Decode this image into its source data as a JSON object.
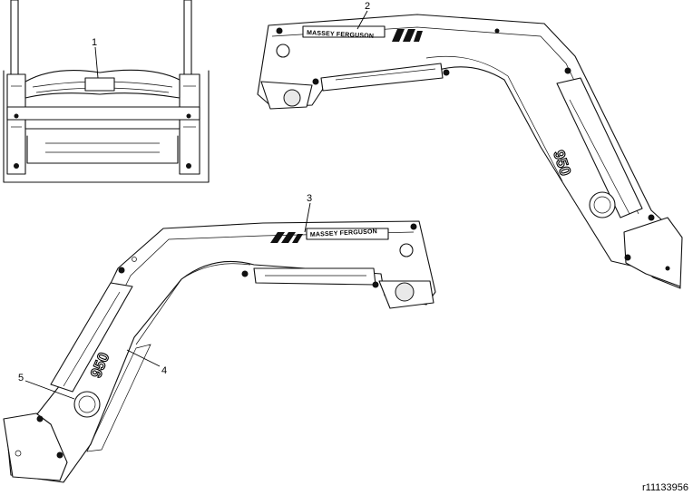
{
  "callouts": [
    {
      "id": "1",
      "label": "1"
    },
    {
      "id": "2",
      "label": "2"
    },
    {
      "id": "3",
      "label": "3"
    },
    {
      "id": "4",
      "label": "4"
    },
    {
      "id": "5",
      "label": "5"
    }
  ],
  "decals": {
    "brand_text": "MASSEY FERGUSON",
    "model_text": "950"
  },
  "reference_code": "r11133956"
}
